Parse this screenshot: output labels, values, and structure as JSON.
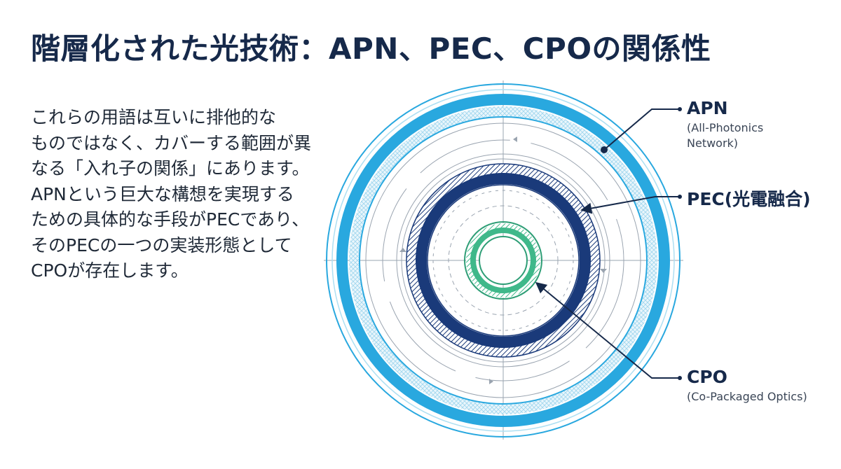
{
  "title": "階層化された光技術：APN、PEC、CPOの関係性",
  "description_lines": [
    "これらの用語は互いに排他的な",
    "ものではなく、カバーする範囲が異",
    "なる「入れ子の関係」にあります。",
    "APNという巨大な構想を実現する",
    "ための具体的な手段がPECであり、",
    "そのPECの一つの実装形態として",
    "CPOが存在します。"
  ],
  "labels": {
    "apn": {
      "name": "APN",
      "sub_line1": "(All-Photonics",
      "sub_line2": "Network)"
    },
    "pec": {
      "name": "PEC(光電融合)"
    },
    "cpo": {
      "name": "CPO",
      "sub": "(Co-Packaged Optics)"
    }
  },
  "colors": {
    "apn_ring": "#29a8df",
    "pec_ring": "#1a3a7a",
    "cpo_ring": "#3fb88a",
    "title": "#16294a",
    "guide": "#9aa4b0"
  }
}
